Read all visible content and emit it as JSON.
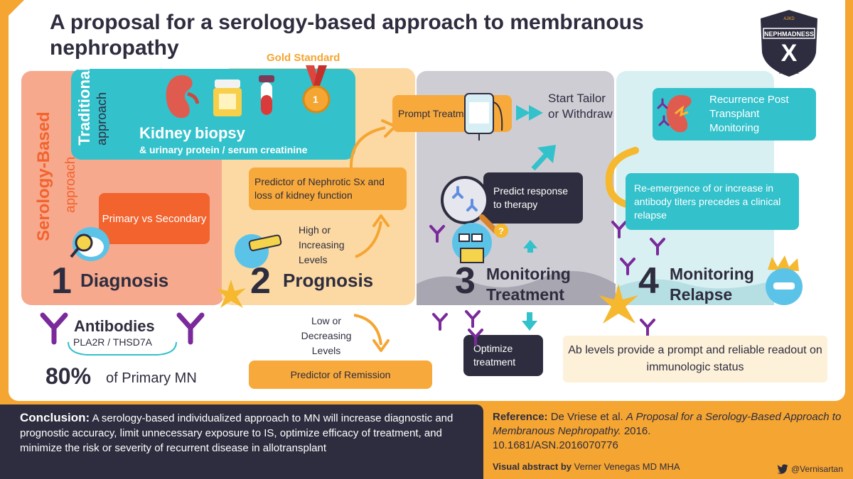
{
  "title": "A proposal for a serology-based approach to membranous nephropathy",
  "badge": {
    "line1": "AJKD",
    "line2": "NEPHMADNESS",
    "numeral": "X",
    "years": "2013-2022"
  },
  "traditional": {
    "label": "Traditional",
    "sub": "approach",
    "gold_standard": "Gold Standard",
    "kidney": "Kidney",
    "biopsy": "biopsy",
    "detail": "& urinary protein / serum creatinine",
    "medal_number": "1"
  },
  "serology": {
    "label": "Serology-Based",
    "sub": "approach"
  },
  "diagnosis": {
    "number": "1",
    "label": "Diagnosis",
    "primary_box": "Primary vs Secondary",
    "antibodies_title": "Antibodies",
    "antibodies_sub": "PLA2R / THSD7A",
    "percent": "80%",
    "percent_label": "of Primary MN"
  },
  "prognosis": {
    "number": "2",
    "label": "Prognosis",
    "predictor_box": "Predictor of Nephrotic Sx and  loss of kidney function",
    "high": "High or Increasing Levels",
    "low": "Low or Decreasing Levels",
    "remission_box": "Predictor of Remission"
  },
  "monitoring_treatment": {
    "number": "3",
    "label_line1": "Monitoring",
    "label_line2": "Treatment",
    "prompt_box": "Prompt Treatment",
    "start_text": "Start Tailor or Withdraw",
    "predict_box": "Predict response to therapy",
    "optimize_box": "Optimize treatment"
  },
  "monitoring_relapse": {
    "number": "4",
    "label_line1": "Monitoring",
    "label_line2": "Relapse",
    "recurrence_box": "Recurrence Post Transplant Monitoring",
    "reemergence_box": "Re-emergence of or increase in antibody titers precedes a clinical relapse",
    "ab_levels_box": "Ab levels provide a prompt and reliable readout on immunologic status"
  },
  "conclusion": {
    "label": "Conclusion:",
    "text": "A serology-based individualized approach to MN will increase diagnostic and prognostic accuracy, limit unnecessary exposure to IS, optimize efficacy of treatment, and minimize the risk or severity of recurrent disease in allotransplant"
  },
  "reference": {
    "label": "Reference:",
    "authors": "De Vriese et al.",
    "title": "A Proposal for a Serology-Based Approach to Membranous Nephropathy.",
    "year": "2016.",
    "doi": "10.1681/ASN.2016070776"
  },
  "credit": {
    "label": "Visual abstract by",
    "author": "Verner Venegas MD MHA"
  },
  "twitter": {
    "handle": "@Vernisartan"
  },
  "colors": {
    "orange": "#f5a532",
    "dark": "#2e2d3f",
    "teal": "#33c1cb",
    "red_orange": "#f2632e",
    "antibody_purple": "#7a2a9a"
  }
}
